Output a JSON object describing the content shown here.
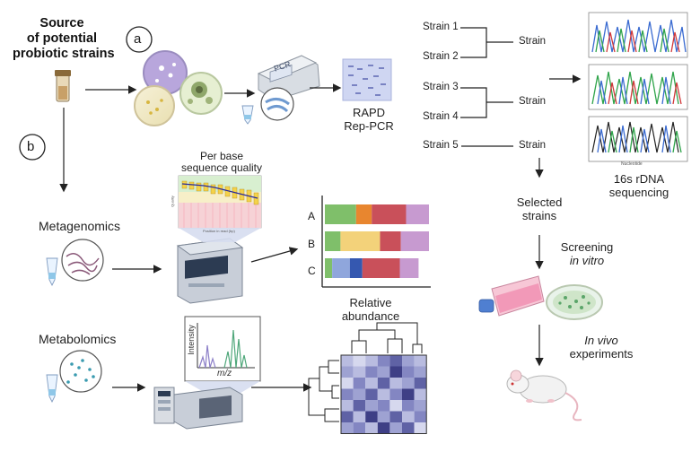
{
  "source_title_line1": "Source",
  "source_title_line2": "of potential",
  "source_title_line3": "probiotic strains",
  "label_a": "a",
  "label_b": "b",
  "pcr_label": "PCR",
  "rapd_line1": "RAPD",
  "rapd_line2": "Rep-PCR",
  "strains": [
    "Strain 1",
    "Strain 2",
    "Strain 3",
    "Strain 4",
    "Strain 5"
  ],
  "strain_group": [
    "Strain",
    "Strain",
    "Strain"
  ],
  "sequencing_line1": "16s rDNA",
  "sequencing_line2": "sequencing",
  "chromatogram_axis": "Nucleotide",
  "selected_line1": "Selected",
  "selected_line2": "strains",
  "screening_line1": "Screening",
  "screening_line2": "in vitro",
  "invivo_line1": "In vivo",
  "invivo_line2": "experiments",
  "metagenomics": "Metagenomics",
  "metabolomics": "Metabolomics",
  "quality_title_line1": "Per base",
  "quality_title_line2": "sequence quality",
  "quality_ylabel": "Quality",
  "quality_xlabel": "Position in read (bp)",
  "abundance_rows": [
    "A",
    "B",
    "C"
  ],
  "abundance_line1": "Relative",
  "abundance_line2": "abundance",
  "ms_ylabel": "Intensity",
  "ms_xlabel": "m/z",
  "colors": {
    "green": "#7fbf6a",
    "orange": "#e8862f",
    "red": "#c9505a",
    "lilac": "#c79ad0",
    "yellow": "#f3d27a",
    "lightblue": "#8fa6dc",
    "blue": "#3558b0",
    "heat_dark": "#3e3f86",
    "heat_light": "#d6d8ee"
  },
  "chart_data": {
    "type": "bar",
    "categories": [
      "A",
      "B",
      "C"
    ],
    "series": [
      {
        "values": [
          0.3,
          0.15,
          0.07
        ]
      },
      {
        "values": [
          0.15,
          0.0,
          0.0
        ]
      },
      {
        "values": [
          0.0,
          0.38,
          0.0
        ]
      },
      {
        "values": [
          0.0,
          0.0,
          0.17
        ]
      },
      {
        "values": [
          0.0,
          0.0,
          0.12
        ]
      },
      {
        "values": [
          0.33,
          0.2,
          0.36
        ]
      },
      {
        "values": [
          0.22,
          0.27,
          0.18
        ]
      }
    ],
    "series_colors": [
      "#7fbf6a",
      "#e8862f",
      "#f3d27a",
      "#8fa6dc",
      "#3558b0",
      "#c9505a",
      "#c79ad0"
    ],
    "stacked": true,
    "orientation": "horizontal",
    "xlabel": "Relative abundance"
  }
}
